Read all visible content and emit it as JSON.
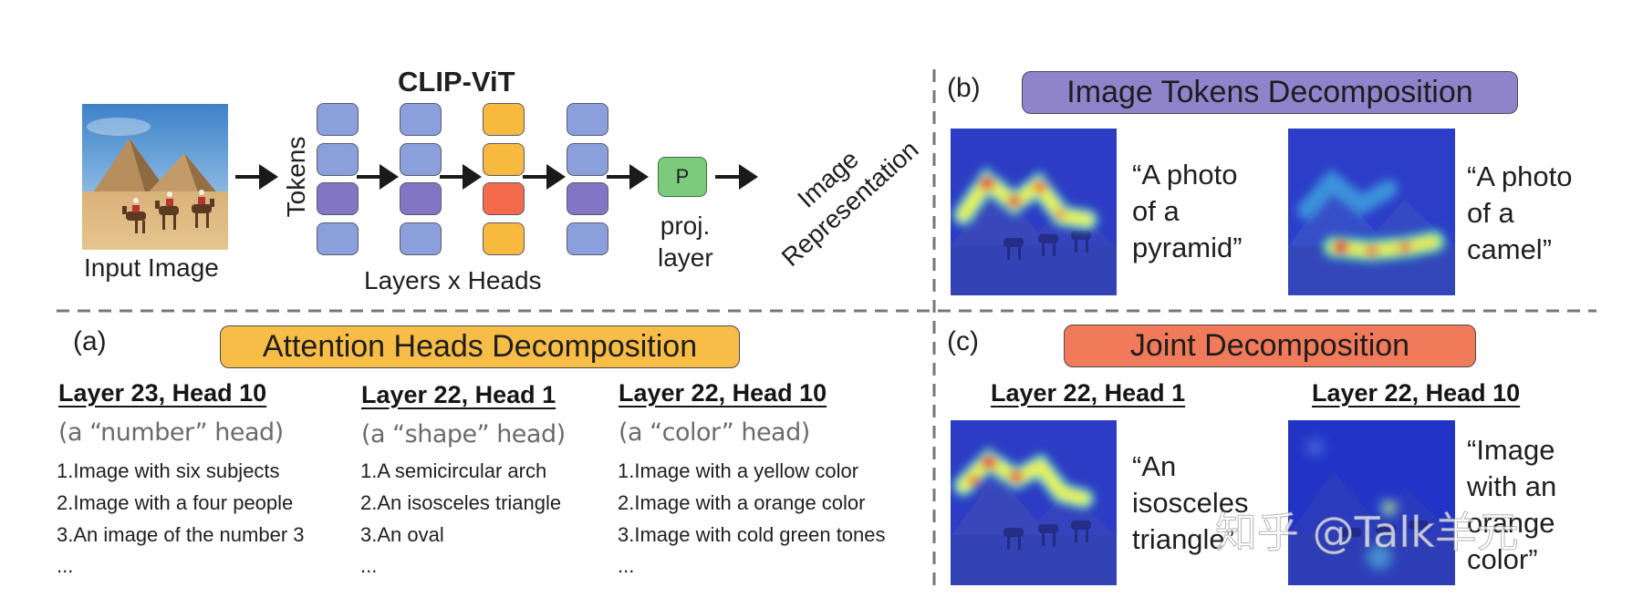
{
  "top": {
    "model_title": "CLIP-ViT",
    "input_caption": "Input Image",
    "tokens_label": "Tokens",
    "layers_heads_label": "Layers x Heads",
    "proj_symbol": "P",
    "proj_label_1": "proj.",
    "proj_label_2": "layer",
    "output_label_1": "Image",
    "output_label_2": "Representation"
  },
  "panel_b": {
    "label": "(b)",
    "title": "Image Tokens Decomposition",
    "title_color": "#8f84cc",
    "captions": [
      [
        "“A photo",
        "of a",
        "pyramid”"
      ],
      [
        "“A photo",
        "of a",
        "camel”"
      ]
    ]
  },
  "panel_a": {
    "label": "(a)",
    "title": "Attention Heads Decomposition",
    "title_color": "#f7bd47",
    "columns": [
      {
        "heading": "Layer 23, Head 10",
        "subhead": "(a “number” head)",
        "items": [
          "1.Image with six subjects",
          "2.Image with a four people",
          "3.An image of the number 3",
          "..."
        ]
      },
      {
        "heading": "Layer 22, Head 1",
        "subhead": "(a “shape” head)",
        "items": [
          "1.A semicircular arch",
          "2.An isosceles triangle",
          "3.An oval",
          "..."
        ]
      },
      {
        "heading": "Layer 22, Head 10",
        "subhead": "(a “color” head)",
        "items": [
          "1.Image with a yellow color",
          "2.Image with a orange color",
          "3.Image with cold green tones",
          "..."
        ]
      }
    ]
  },
  "panel_c": {
    "label": "(c)",
    "title": "Joint Decomposition",
    "title_color": "#f07a5a",
    "headings": [
      "Layer 22, Head 1",
      "Layer 22, Head 10"
    ],
    "captions": [
      [
        "“An",
        "isosceles",
        "triangle”"
      ],
      [
        "“Image",
        "with an",
        "orange",
        "color”"
      ]
    ]
  },
  "watermark": "知乎 @Talk羊元",
  "colors": {
    "token_blue": "#8b9fdc",
    "token_purple": "#8275c4",
    "token_orange": "#f8b93f",
    "token_red": "#f36b4b",
    "proj_green": "#7ccb7c"
  }
}
